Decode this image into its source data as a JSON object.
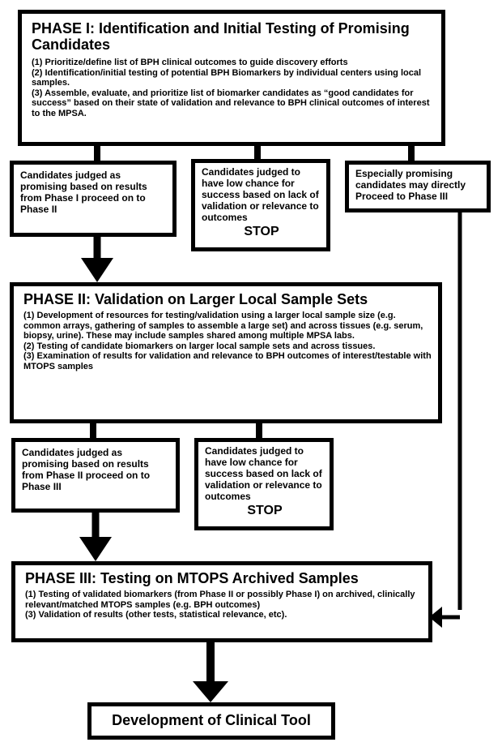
{
  "phase1": {
    "title": "PHASE I: Identification and Initial Testing of Promising Candidates",
    "lines": [
      "(1) Prioritize/define list of BPH clinical outcomes to guide discovery efforts",
      "(2) Identification/initial testing of potential BPH Biomarkers by individual centers using local samples.",
      "(3) Assemble, evaluate, and prioritize list of biomarker candidates as “good candidates for success” based on their state of validation and relevance to BPH clinical outcomes of interest to  the MPSA."
    ]
  },
  "phase1_outcomes": {
    "proceed": "Candidates judged as promising based on results from Phase I proceed on to Phase II",
    "stop_text": "Candidates judged to have low chance for success based on lack of validation or relevance to outcomes",
    "stop_label": "STOP",
    "direct": "Especially promising candidates may directly Proceed  to Phase III"
  },
  "phase2": {
    "title": "PHASE II: Validation on Larger Local Sample Sets",
    "lines": [
      "(1) Development of resources for testing/validation using a larger local sample size (e.g. common arrays, gathering of samples to assemble a large set) and across tissues (e.g. serum, biopsy, urine). These may include samples shared among multiple MPSA labs.",
      "(2) Testing of candidate biomarkers on larger local sample sets and across tissues.",
      "(3) Examination of results for validation and relevance to BPH outcomes of interest/testable with MTOPS samples"
    ]
  },
  "phase2_outcomes": {
    "proceed": "Candidates judged as promising based on results from Phase II proceed on to Phase III",
    "stop_text": "Candidates judged to have low chance for success based on lack of validation or relevance to outcomes",
    "stop_label": "STOP"
  },
  "phase3": {
    "title": "PHASE III: Testing on MTOPS Archived Samples",
    "lines": [
      "(1) Testing of validated biomarkers (from Phase II or possibly Phase I) on archived, clinically relevant/matched MTOPS samples (e.g. BPH outcomes)",
      "(3) Validation of results (other tests, statistical relevance, etc)."
    ]
  },
  "final": {
    "title": "Development of Clinical Tool"
  }
}
